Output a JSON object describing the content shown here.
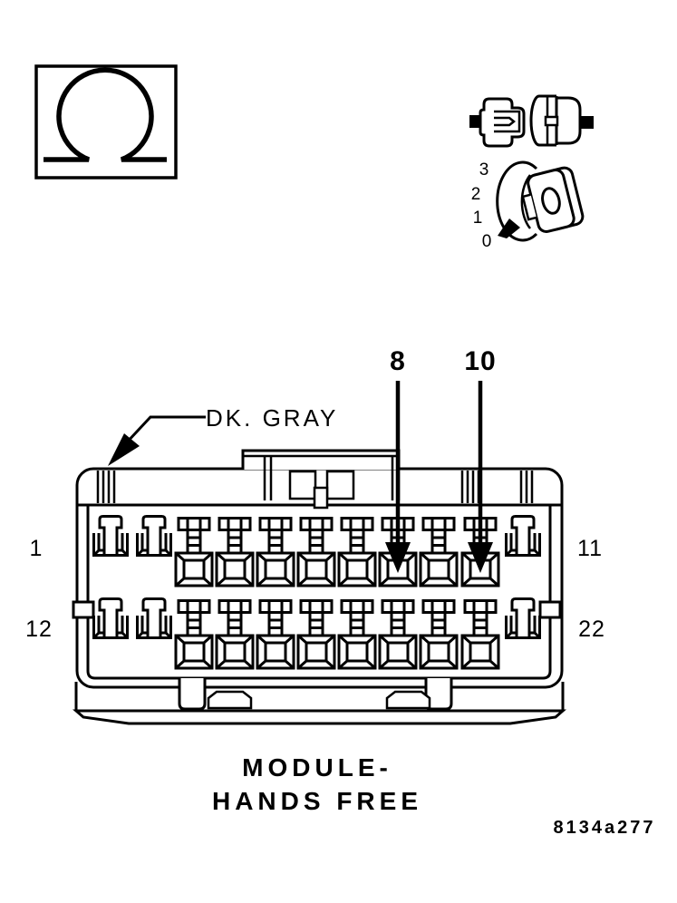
{
  "colors": {
    "ink": "#000000",
    "paper": "#ffffff"
  },
  "meter": {
    "symbol_glyph": "Ω",
    "symbol_meaning": "ohmmeter-resistance-check"
  },
  "icons": {
    "connector_pair": "disconnected-connector-icon",
    "ignition_switch": {
      "positions": [
        "3",
        "2",
        "1",
        "0"
      ]
    }
  },
  "connector": {
    "color_label": "DK. GRAY",
    "callout_pin_a": "8",
    "callout_pin_b": "10",
    "row1_first": "1",
    "row1_last": "11",
    "row2_first": "12",
    "row2_last": "22"
  },
  "caption": {
    "line1": "MODULE-",
    "line2": "HANDS FREE"
  },
  "figure_code": "8134a277"
}
